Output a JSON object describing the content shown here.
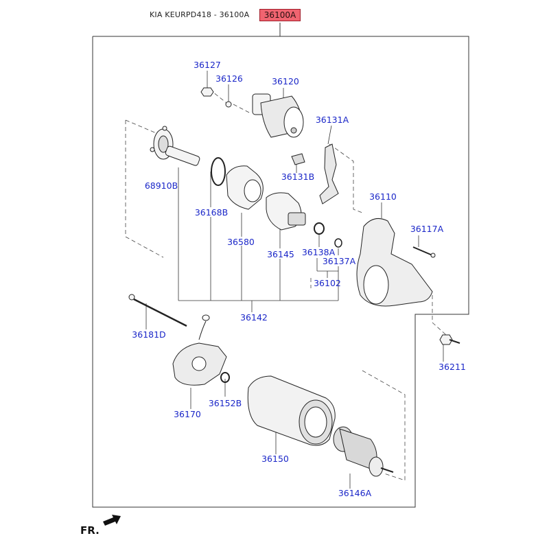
{
  "header": {
    "title": "KIA KEURPD418 - 36100A",
    "assembly_code": "36100A"
  },
  "colors": {
    "label": "#1a26c8",
    "badge": "#f06470",
    "line": "#333333"
  },
  "parts": {
    "p36127": "36127",
    "p36126": "36126",
    "p36120": "36120",
    "p36131A": "36131A",
    "p68910B": "68910B",
    "p36131B": "36131B",
    "p36110": "36110",
    "p36168B": "36168B",
    "p36117A": "36117A",
    "p36580": "36580",
    "p36138A": "36138A",
    "p36145": "36145",
    "p36137A": "36137A",
    "p36102": "36102",
    "p36142": "36142",
    "p36181D": "36181D",
    "p36211": "36211",
    "p36170": "36170",
    "p36152B": "36152B",
    "p36150": "36150",
    "p36146A": "36146A"
  },
  "orientation": {
    "label": "FR."
  }
}
